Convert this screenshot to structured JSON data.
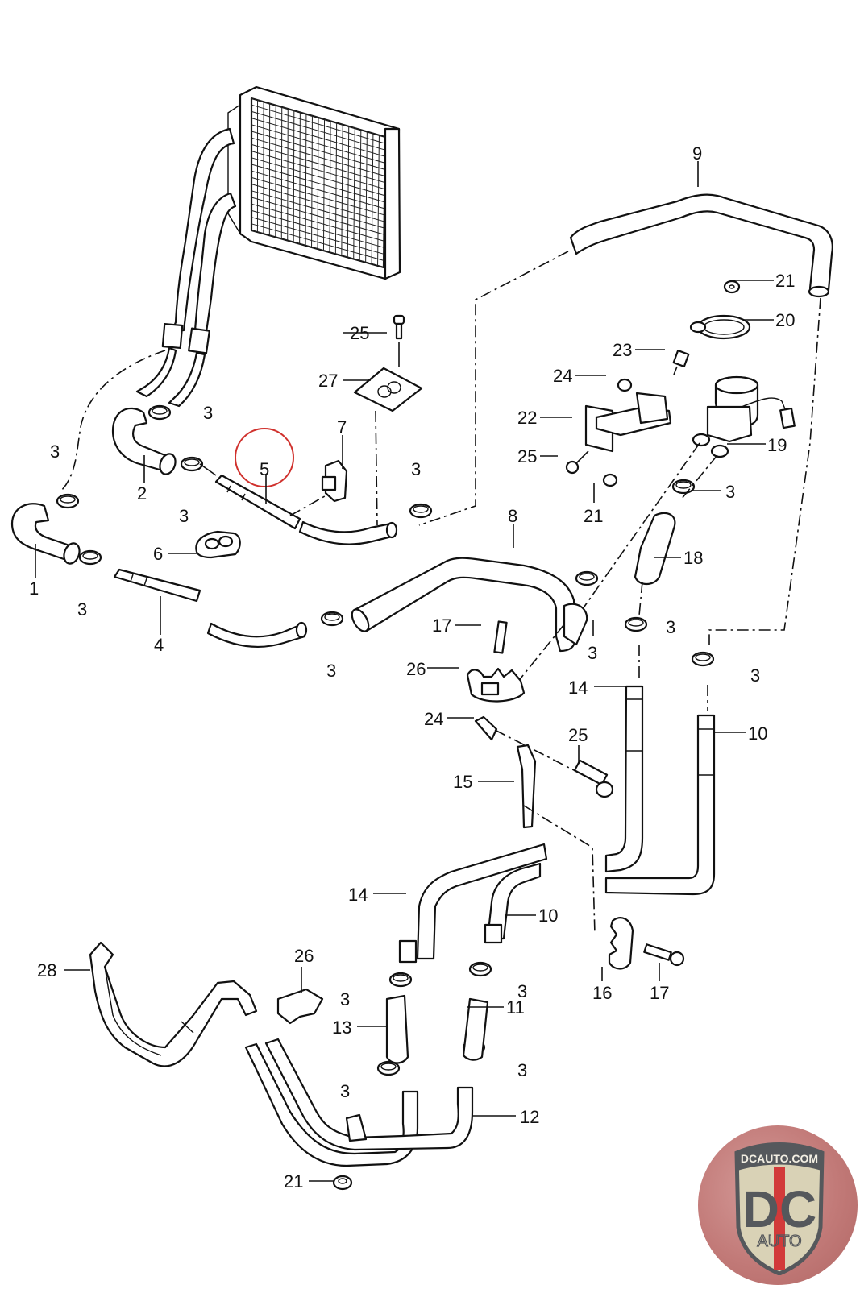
{
  "diagram": {
    "title": "Heater hose / auxiliary water pump exploded parts diagram",
    "highlighted_part": "5",
    "highlight_color": "#d0312d",
    "callouts": [
      {
        "id": "c1",
        "label": "1",
        "part": "hose"
      },
      {
        "id": "c2",
        "label": "2",
        "part": "hose"
      },
      {
        "id": "c3a",
        "label": "3",
        "part": "hose clamp"
      },
      {
        "id": "c3b",
        "label": "3",
        "part": "hose clamp"
      },
      {
        "id": "c3c",
        "label": "3",
        "part": "hose clamp"
      },
      {
        "id": "c3d",
        "label": "3",
        "part": "hose clamp"
      },
      {
        "id": "c3e",
        "label": "3",
        "part": "hose clamp"
      },
      {
        "id": "c3f",
        "label": "3",
        "part": "hose clamp"
      },
      {
        "id": "c3g",
        "label": "3",
        "part": "hose clamp"
      },
      {
        "id": "c3h",
        "label": "3",
        "part": "hose clamp"
      },
      {
        "id": "c3i",
        "label": "3",
        "part": "hose clamp"
      },
      {
        "id": "c3j",
        "label": "3",
        "part": "hose clamp"
      },
      {
        "id": "c3k",
        "label": "3",
        "part": "hose clamp"
      },
      {
        "id": "c3l",
        "label": "3",
        "part": "hose clamp"
      },
      {
        "id": "c3m",
        "label": "3",
        "part": "hose clamp"
      },
      {
        "id": "c3n",
        "label": "3",
        "part": "hose clamp"
      },
      {
        "id": "c4",
        "label": "4",
        "part": "hose"
      },
      {
        "id": "c5",
        "label": "5",
        "part": "hose (highlighted)"
      },
      {
        "id": "c6",
        "label": "6",
        "part": "grommet"
      },
      {
        "id": "c7",
        "label": "7",
        "part": "holder clip"
      },
      {
        "id": "c8",
        "label": "8",
        "part": "hose"
      },
      {
        "id": "c9",
        "label": "9",
        "part": "hose"
      },
      {
        "id": "c10a",
        "label": "10",
        "part": "coolant pipe"
      },
      {
        "id": "c10b",
        "label": "10",
        "part": "coolant pipe"
      },
      {
        "id": "c11",
        "label": "11",
        "part": "hose"
      },
      {
        "id": "c12",
        "label": "12",
        "part": "coolant pipe"
      },
      {
        "id": "c13",
        "label": "13",
        "part": "hose"
      },
      {
        "id": "c14a",
        "label": "14",
        "part": "coolant pipe"
      },
      {
        "id": "c14b",
        "label": "14",
        "part": "coolant pipe"
      },
      {
        "id": "c15",
        "label": "15",
        "part": "bracket"
      },
      {
        "id": "c16",
        "label": "16",
        "part": "holder"
      },
      {
        "id": "c17a",
        "label": "17",
        "part": "screw"
      },
      {
        "id": "c17b",
        "label": "17",
        "part": "screw"
      },
      {
        "id": "c18",
        "label": "18",
        "part": "hose"
      },
      {
        "id": "c19",
        "label": "19",
        "part": "auxiliary water pump"
      },
      {
        "id": "c20",
        "label": "20",
        "part": "clamp"
      },
      {
        "id": "c21a",
        "label": "21",
        "part": "nut"
      },
      {
        "id": "c21b",
        "label": "21",
        "part": "nut"
      },
      {
        "id": "c21c",
        "label": "21",
        "part": "nut"
      },
      {
        "id": "c22",
        "label": "22",
        "part": "bracket"
      },
      {
        "id": "c23",
        "label": "23",
        "part": "stud"
      },
      {
        "id": "c24a",
        "label": "24",
        "part": "nut"
      },
      {
        "id": "c24b",
        "label": "24",
        "part": "spreader nut"
      },
      {
        "id": "c25a",
        "label": "25",
        "part": "screw"
      },
      {
        "id": "c25b",
        "label": "25",
        "part": "screw"
      },
      {
        "id": "c25c",
        "label": "25",
        "part": "screw"
      },
      {
        "id": "c26a",
        "label": "26",
        "part": "holder"
      },
      {
        "id": "c26b",
        "label": "26",
        "part": "holder"
      },
      {
        "id": "c27",
        "label": "27",
        "part": "gasket"
      },
      {
        "id": "c28",
        "label": "28",
        "part": "coolant pipe"
      }
    ]
  },
  "logo": {
    "top_text": "DCAUTO.COM",
    "main_text": "DC",
    "sub_text": "AUTO",
    "colors": {
      "background": "#c27a78",
      "shield": "#d9d2b6",
      "letters": "#55585c",
      "stripe": "#d23a3a"
    }
  }
}
